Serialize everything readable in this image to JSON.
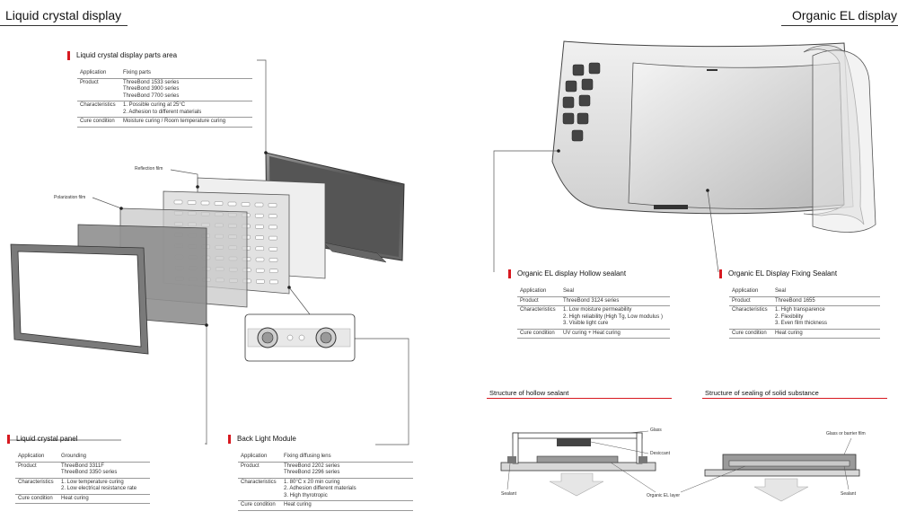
{
  "lcd": {
    "section_title": "Liquid crystal display",
    "parts_area": {
      "title": "Liquid crystal display parts area",
      "rows": [
        {
          "label": "Application",
          "values": [
            "Fixing parts"
          ]
        },
        {
          "label": "Product",
          "values": [
            "ThreeBond 1533 series",
            "ThreeBond 3900 series",
            "ThreeBond 7700 series"
          ]
        },
        {
          "label": "Characteristics",
          "values": [
            "1. Possible curing at 25°C",
            "2. Adhesion to different materials"
          ]
        },
        {
          "label": "Cure condition",
          "values": [
            "Moisture curing / Room temperature curing"
          ]
        }
      ]
    },
    "callouts": {
      "reflection_film": "Reflection film",
      "polarization_film": "Polarization film"
    },
    "panel": {
      "title": "Liquid crystal panel",
      "rows": [
        {
          "label": "Application",
          "values": [
            "Grounding"
          ]
        },
        {
          "label": "Product",
          "values": [
            "ThreeBond 3311F",
            "ThreeBond 3350 series"
          ]
        },
        {
          "label": "Characteristics",
          "values": [
            "1. Low temperature curing",
            "2. Low electrical resistance rate"
          ]
        },
        {
          "label": "Cure condition",
          "values": [
            "Heat curing"
          ]
        }
      ]
    },
    "backlight": {
      "title": "Back Light Module",
      "rows": [
        {
          "label": "Application",
          "values": [
            "Fixing diffusing lens"
          ]
        },
        {
          "label": "Product",
          "values": [
            "ThreeBond 2202 series",
            "ThreeBond 2296 series"
          ]
        },
        {
          "label": "Characteristics",
          "values": [
            "1. 80°C x 20 min curing",
            "2. Adhesion different materials",
            "3. High thyrotropic"
          ]
        },
        {
          "label": "Cure condition",
          "values": [
            "Heat curing"
          ]
        }
      ]
    }
  },
  "oel": {
    "section_title": "Organic EL display",
    "hollow": {
      "title": "Organic EL display Hollow sealant",
      "rows": [
        {
          "label": "Application",
          "values": [
            "Seal"
          ]
        },
        {
          "label": "Product",
          "values": [
            "ThreeBond 3124 series"
          ]
        },
        {
          "label": "Characteristics",
          "values": [
            "1. Low moisture permeability",
            "2. High reliability (High Tg, Low modulus )",
            "3. Visible light cure"
          ]
        },
        {
          "label": "Cure condition",
          "values": [
            "UV curing + Heat curing"
          ]
        }
      ]
    },
    "fixing": {
      "title": "Organic EL Display Fixing Sealant",
      "rows": [
        {
          "label": "Application",
          "values": [
            "Seal"
          ]
        },
        {
          "label": "Product",
          "values": [
            "ThreeBond 1655"
          ]
        },
        {
          "label": "Characteristics",
          "values": [
            "1. High transparence",
            "2. Flexibility",
            "3. Even film thickness"
          ]
        },
        {
          "label": "Cure condition",
          "values": [
            "Heat curing"
          ]
        }
      ]
    },
    "structure_hollow": {
      "title": "Structure of hollow sealant",
      "labels": {
        "glass": "Glass",
        "desiccant": "Desiccant",
        "sealant": "Sealant",
        "organic_el": "Organic EL layer"
      }
    },
    "structure_solid": {
      "title": "Structure of sealing of solid substance",
      "labels": {
        "glass_barrier": "Glass or barrier film",
        "sealant": "Sealant"
      }
    }
  },
  "colors": {
    "accent": "#d71920",
    "panel_gray": "#8a8a8a",
    "frame_dark": "#4a4a4a"
  }
}
